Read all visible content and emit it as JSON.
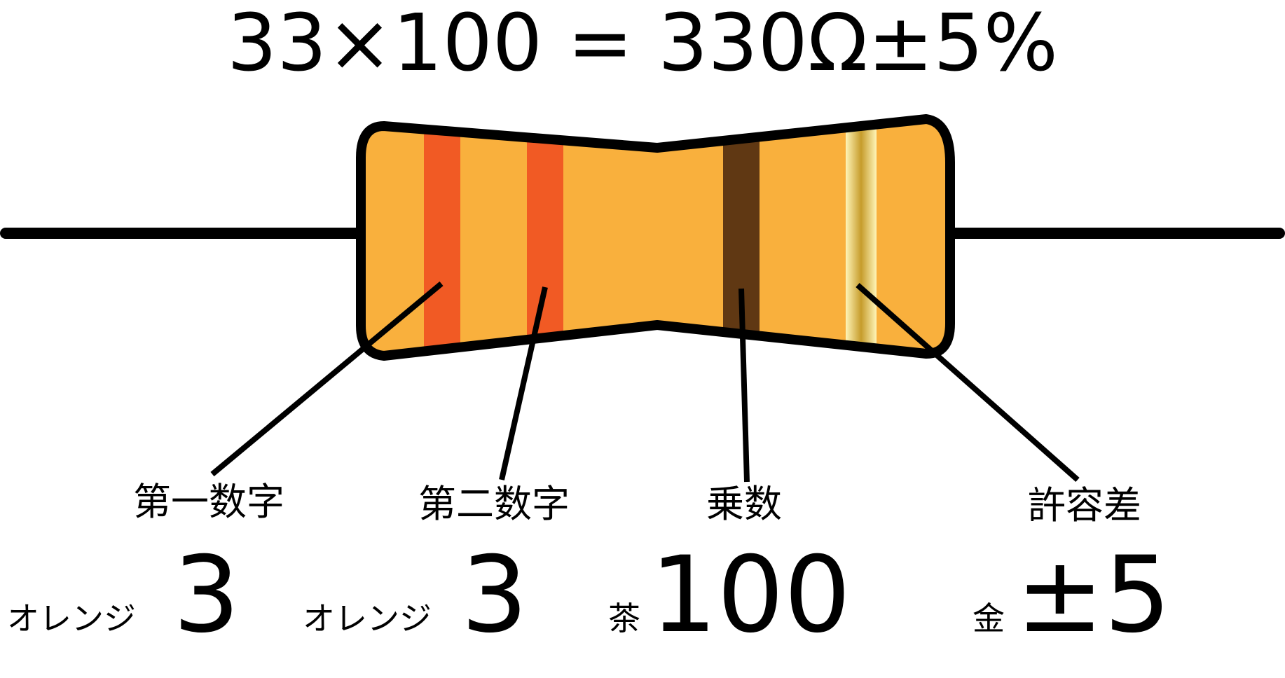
{
  "formula": "33×100 = 330Ω±5%",
  "colors": {
    "wire": "#000000",
    "outline": "#000000",
    "body": "#F9B03D",
    "orange_band": "#F15A24",
    "brown_band": "#603813",
    "gold_band_light": "#FFF5B8",
    "gold_band_dark": "#C69C2B"
  },
  "bands": [
    {
      "id": "first-digit",
      "label": "第一数字",
      "color_name": "オレンジ",
      "value": "3",
      "fill": "orange_band"
    },
    {
      "id": "second-digit",
      "label": "第二数字",
      "color_name": "オレンジ",
      "value": "3",
      "fill": "orange_band"
    },
    {
      "id": "multiplier",
      "label": "乗数",
      "color_name": "茶",
      "value": "100",
      "fill": "brown_band"
    },
    {
      "id": "tolerance",
      "label": "許容差",
      "color_name": "金",
      "value": "±5",
      "fill": "gold_band"
    }
  ]
}
